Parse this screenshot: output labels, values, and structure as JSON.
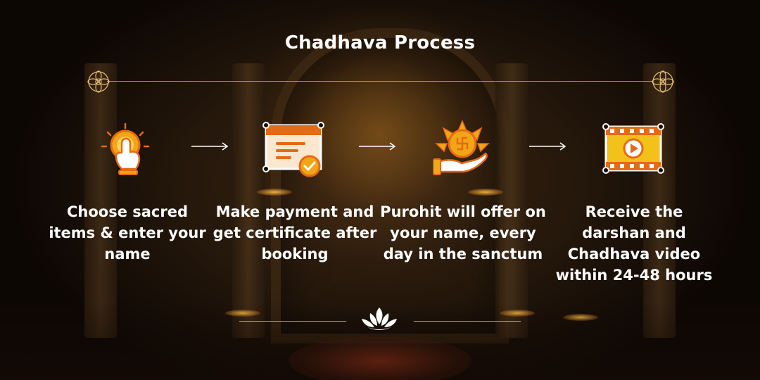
{
  "title": "Chadhava Process",
  "colors": {
    "accent_gold": "#f2a516",
    "accent_orange": "#e56a14",
    "text": "#ffffff",
    "divider": "#e8be78"
  },
  "steps": [
    {
      "text": "Choose sacred items & enter your name",
      "icon": "tap-hand-icon"
    },
    {
      "text": "Make payment and get certificate after booking",
      "icon": "certificate-icon"
    },
    {
      "text": "Purohit will offer on your name, every day in the sanctum",
      "icon": "offering-hand-icon"
    },
    {
      "text": "Receive the darshan and Chadhava video within 24-48 hours",
      "icon": "video-icon"
    }
  ]
}
